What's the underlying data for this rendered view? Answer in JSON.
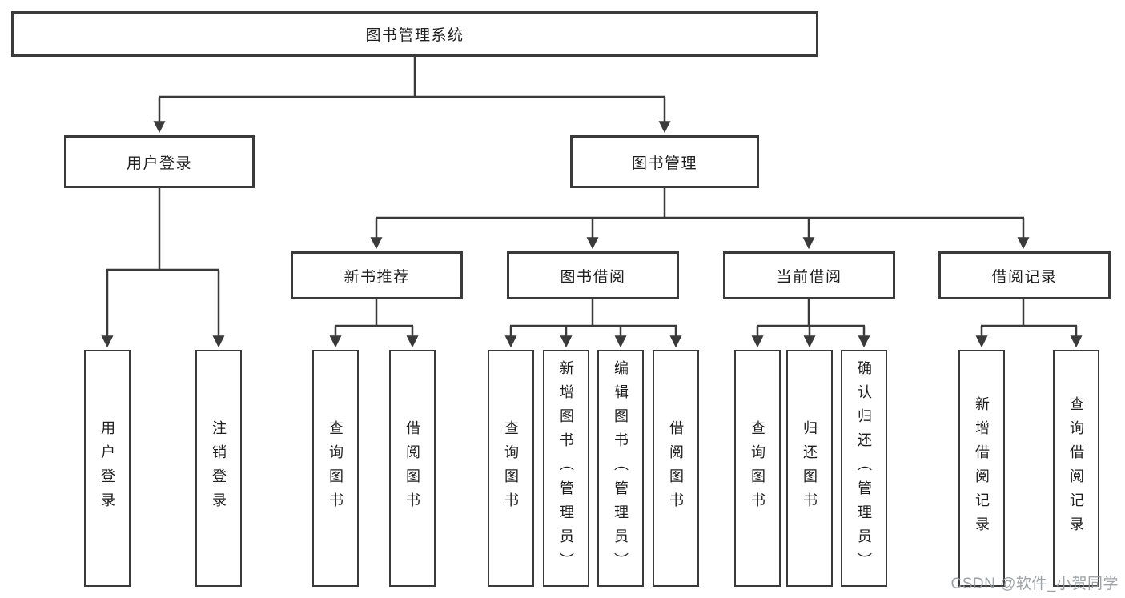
{
  "diagram": {
    "root": {
      "label": "图书管理系统"
    },
    "branches": [
      {
        "label": "用户登录",
        "children": [
          {
            "label": "用户登录"
          },
          {
            "label": "注销登录"
          }
        ]
      },
      {
        "label": "图书管理",
        "children": [
          {
            "label": "新书推荐",
            "children": [
              {
                "label": "查询图书"
              },
              {
                "label": "借阅图书"
              }
            ]
          },
          {
            "label": "图书借阅",
            "children": [
              {
                "label": "查询图书"
              },
              {
                "label": "新增图书（管理员）"
              },
              {
                "label": "编辑图书（管理员）"
              },
              {
                "label": "借阅图书"
              }
            ]
          },
          {
            "label": "当前借阅",
            "children": [
              {
                "label": "查询图书"
              },
              {
                "label": "归还图书"
              },
              {
                "label": "确认归还（管理员）"
              }
            ]
          },
          {
            "label": "借阅记录",
            "children": [
              {
                "label": "新增借阅记录"
              },
              {
                "label": "查询借阅记录"
              }
            ]
          }
        ]
      }
    ]
  },
  "watermark": {
    "text": "CSDN @软件_小贺同学"
  },
  "colors": {
    "line": "#3a3a3a",
    "box_border": "#3a3a3a",
    "text": "#1e1e1e",
    "watermark": "#94999f",
    "background": "#ffffff"
  }
}
